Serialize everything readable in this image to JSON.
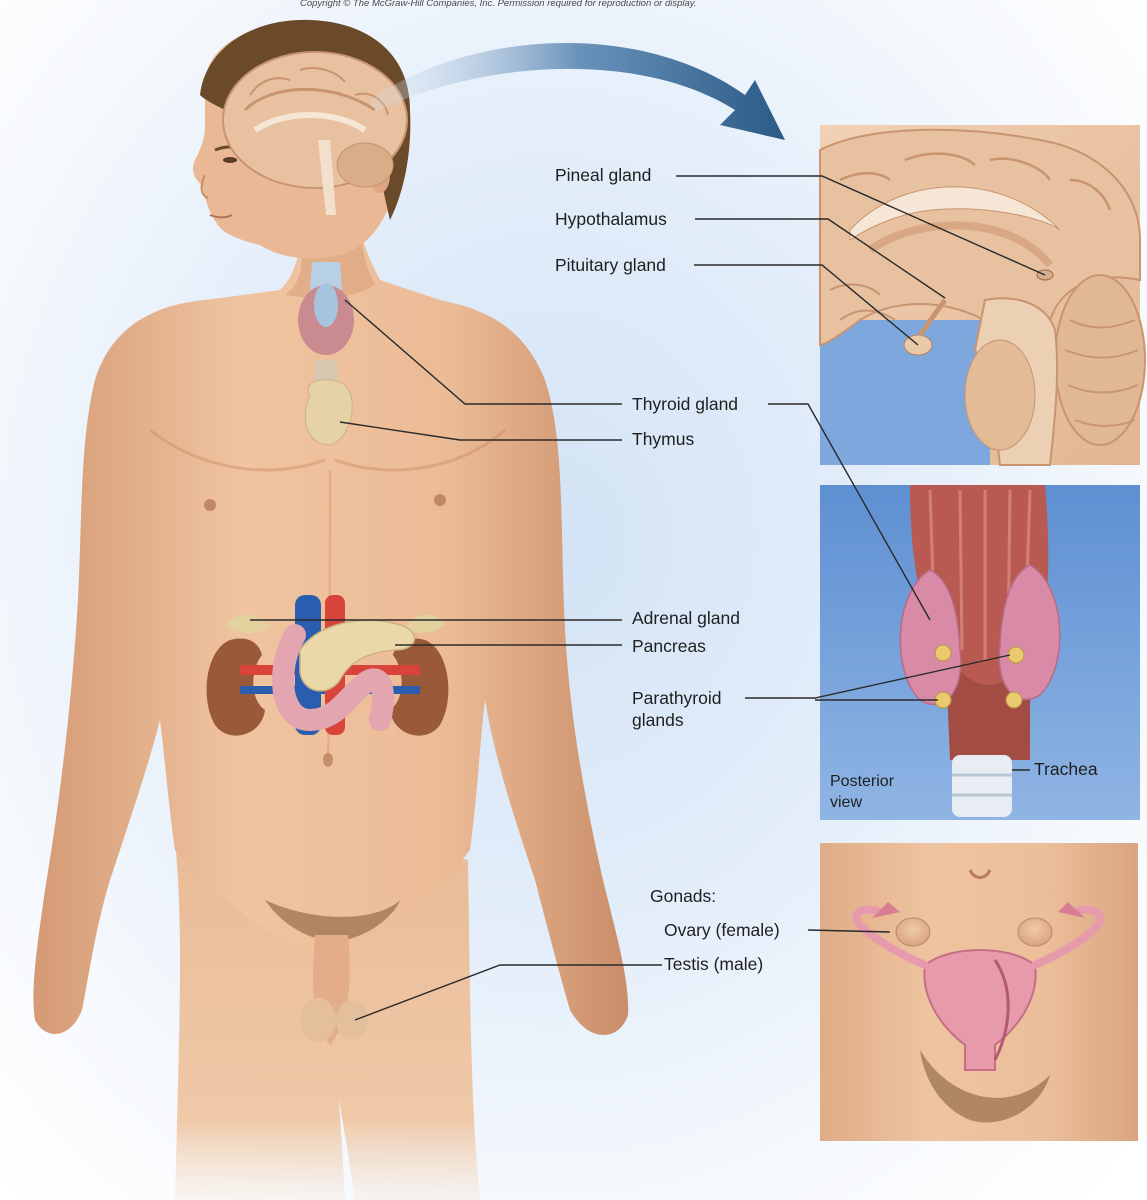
{
  "copyright": "Copyright © The McGraw-Hill Companies, Inc. Permission required for reproduction or display.",
  "labels": {
    "pineal_gland": "Pineal gland",
    "hypothalamus": "Hypothalamus",
    "pituitary_gland": "Pituitary gland",
    "thyroid_gland": "Thyroid gland",
    "thymus": "Thymus",
    "adrenal_gland": "Adrenal gland",
    "pancreas": "Pancreas",
    "parathyroid_line1": "Parathyroid",
    "parathyroid_line2": "glands",
    "trachea": "Trachea",
    "posterior_line1": "Posterior",
    "posterior_line2": "view",
    "gonads": "Gonads:",
    "ovary": "Ovary (female)",
    "testis": "Testis (male)"
  },
  "colors": {
    "skin": "#e9b994",
    "skin_shadow": "#cf9570",
    "hair": "#6b4a2a",
    "brain": "#e8c2a0",
    "gland_yellow": "#e6d6a6",
    "kidney": "#9a5a3a",
    "vein_blue": "#2a5db0",
    "artery_red": "#d8443a",
    "muscle": "#b95a52",
    "thyroid_pink": "#d88aa6",
    "panel_blue": "#6f9fdc",
    "arrow": "#2e5f8f",
    "leader_line": "#2a2a2a"
  }
}
